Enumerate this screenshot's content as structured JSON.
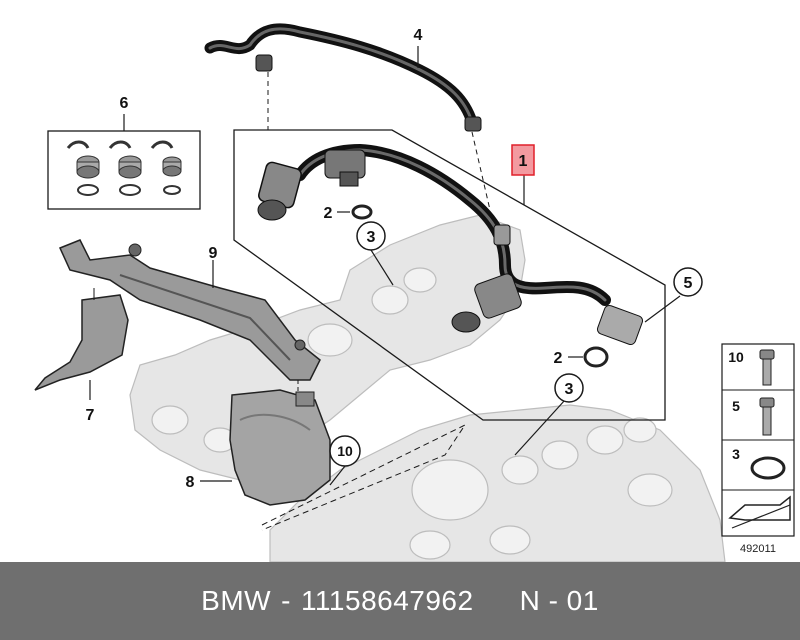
{
  "diagram": {
    "callouts": {
      "main_assembly": "1",
      "seal_ring": "2",
      "seal_ring_lower": "2",
      "o_ring": "3",
      "o_ring_lower": "3",
      "hose_upper": "4",
      "bolt_right": "5",
      "clip_set": "6",
      "bracket_lower": "7",
      "heat_shield": "8",
      "support_bracket": "9",
      "bolt_lower": "10"
    },
    "legend": {
      "item_10": "10",
      "item_5": "5",
      "item_3": "3",
      "ref_number": "492011"
    },
    "colors": {
      "highlight_red": "#e0202a",
      "footer_bg": "#6f6f6f",
      "line": "#1a1a1a",
      "ghost_part": "#c9c9c9"
    }
  },
  "footer": {
    "brand": "BMW",
    "part_number": "11158647962",
    "page_label": "N - 01"
  }
}
